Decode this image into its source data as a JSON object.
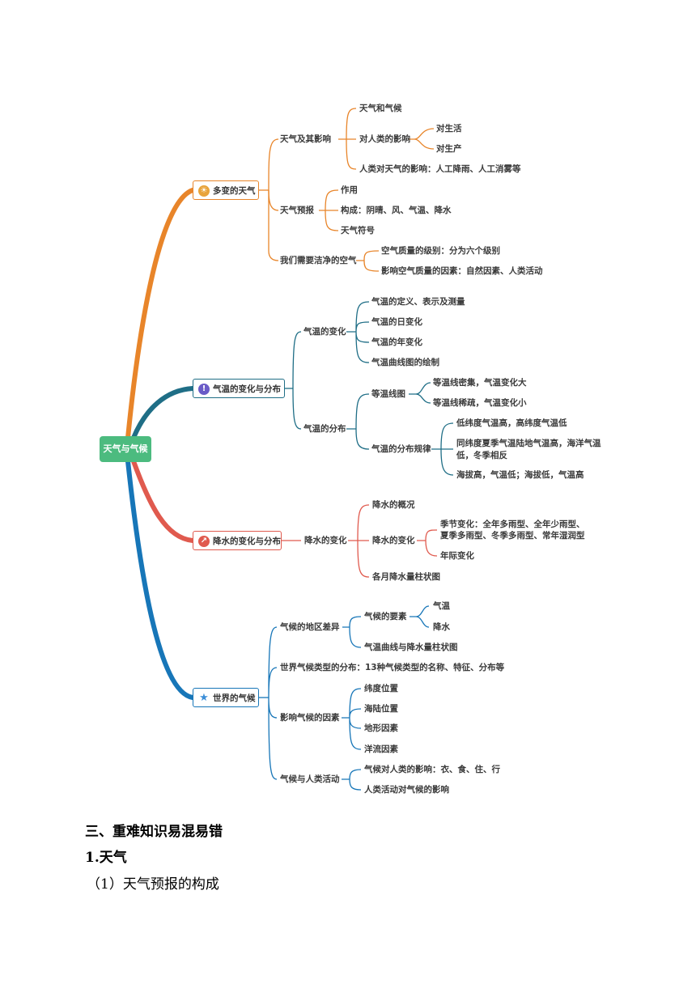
{
  "mindmap": {
    "root": "天气与气候",
    "b1": {
      "title": "多变的天气",
      "weather_impact": "天气及其影响",
      "weather_and_climate": "天气和气候",
      "impact_on_humans": "对人类的影响",
      "on_life": "对生活",
      "on_production": "对生产",
      "human_on_weather": "人类对天气的影响：人工降雨、人工消雾等",
      "forecast": "天气预报",
      "role": "作用",
      "composition": "构成：阴晴、风、气温、降水",
      "symbols": "天气符号",
      "clean_air": "我们需要洁净的空气",
      "air_grade": "空气质量的级别：分为六个级别",
      "air_factors": "影响空气质量的因素：自然因素、人类活动"
    },
    "b2": {
      "title": "气温的变化与分布",
      "temp_change": "气温的变化",
      "definition": "气温的定义、表示及测量",
      "daily": "气温的日变化",
      "annual": "气温的年变化",
      "curve": "气温曲线图的绘制",
      "temp_dist": "气温的分布",
      "isotherm": "等温线图",
      "dense": "等温线密集，气温变化大",
      "sparse": "等温线稀疏，气温变化小",
      "dist_rules": "气温的分布规律",
      "rule1": "低纬度气温高，高纬度气温低",
      "rule2a": "同纬度夏季气温陆地气温高，海洋气温",
      "rule2b": "低，冬季相反",
      "rule3": "海拔高，气温低；海拔低，气温高"
    },
    "b3": {
      "title": "降水的变化与分布",
      "precip_change": "降水的变化",
      "overview": "降水的概况",
      "precip_change2": "降水的变化",
      "seasonal_a": "季节变化：全年多雨型、全年少雨型、",
      "seasonal_b": "夏季多雨型、冬季多雨型、常年湿润型",
      "interannual": "年际变化",
      "monthly_bar": "各月降水量柱状图"
    },
    "b4": {
      "title": "世界的气候",
      "regional": "气候的地区差异",
      "elements": "气候的要素",
      "temp": "气温",
      "precip": "降水",
      "climograph": "气温曲线与降水量柱状图",
      "types": "世界气候类型的分布：13种气候类型的名称、特征、分布等",
      "factors": "影响气候的因素",
      "latitude": "纬度位置",
      "land_sea": "海陆位置",
      "terrain": "地形因素",
      "currents": "洋流因素",
      "human": "气候与人类活动",
      "climate_on_humans": "气候对人类的影响：衣、食、住、行",
      "humans_on_climate": "人类活动对气候的影响"
    }
  },
  "document": {
    "section": "三、重难知识易混易错",
    "subsection": "1.天气",
    "item": "（1）天气预报的构成"
  },
  "colors": {
    "root": "#4cbb7f",
    "b1": "#e8852a",
    "b2": "#1f6e86",
    "b3": "#e05a4e",
    "b4": "#1776b8"
  }
}
